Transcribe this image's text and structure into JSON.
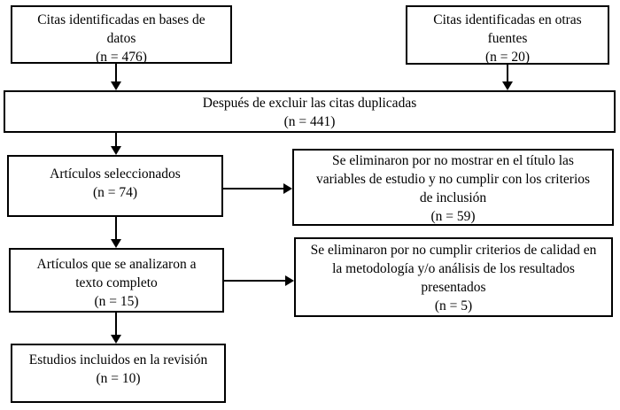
{
  "diagram_type": "prisma-flowchart",
  "colors": {
    "border": "#000000",
    "background": "#ffffff",
    "text": "#000000",
    "arrow": "#000000"
  },
  "boxes": {
    "identified_databases": {
      "lines": [
        "Citas identificadas en bases de",
        "datos",
        "(n = 476)"
      ]
    },
    "identified_other_sources": {
      "lines": [
        "Citas identificadas en otras",
        "fuentes",
        "(n = 20)"
      ]
    },
    "after_duplicates_excluded": {
      "lines": [
        "Después de excluir las citas duplicadas",
        "(n = 441)"
      ]
    },
    "selected_articles": {
      "lines": [
        "Artículos seleccionados",
        "(n = 74)"
      ]
    },
    "excluded_by_title": {
      "lines": [
        "Se eliminaron por no mostrar en el título las",
        "variables de estudio y no cumplir con los criterios",
        "de inclusión",
        "(n = 59)"
      ]
    },
    "fulltext_analyzed": {
      "lines": [
        "Artículos que se analizaron a",
        "texto completo",
        "(n = 15)"
      ]
    },
    "excluded_by_quality": {
      "lines": [
        "Se eliminaron por no cumplir criterios de calidad en",
        "la metodología y/o análisis de los resultados",
        "presentados",
        "(n = 5)"
      ]
    },
    "included_studies": {
      "lines": [
        "Estudios incluidos en la revisión",
        "(n = 10)"
      ]
    }
  }
}
